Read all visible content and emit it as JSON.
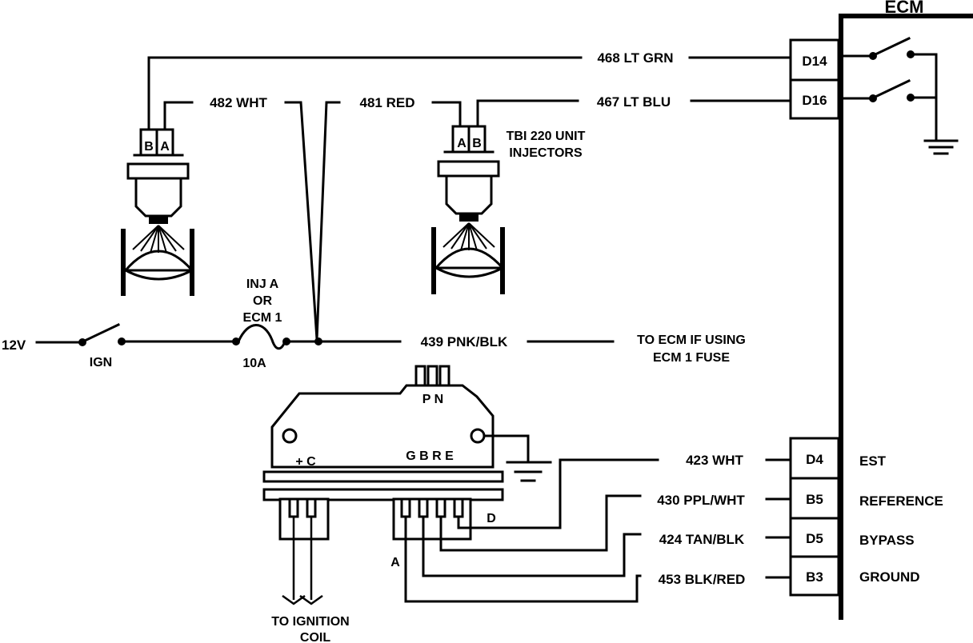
{
  "ecm": {
    "title": "ECM",
    "pins_top": [
      "D14",
      "D16"
    ],
    "pins_bottom": [
      "D4",
      "B5",
      "D5",
      "B3"
    ],
    "functions": [
      "EST",
      "REFERENCE",
      "BYPASS",
      "GROUND"
    ]
  },
  "wires": {
    "w468": "468  LT GRN",
    "w482": "482  WHT",
    "w481": "481  RED",
    "w467": "467  LT BLU",
    "w439": "439  PNK/BLK",
    "w423": "423 WHT",
    "w430": "430 PPL/WHT",
    "w424": "424 TAN/BLK",
    "w453": "453 BLK/RED"
  },
  "injectors": {
    "label_line1": "TBI 220 UNIT",
    "label_line2": "INJECTORS",
    "left_pins": [
      "B",
      "A"
    ],
    "right_pins": [
      "A",
      "B"
    ]
  },
  "power": {
    "source": "12V",
    "switch": "IGN",
    "fuse_line1": "INJ A",
    "fuse_line2": "OR",
    "fuse_line3": "ECM 1",
    "fuse_rating": "10A",
    "note_line1": "TO ECM IF USING",
    "note_line2": "ECM 1 FUSE"
  },
  "module": {
    "top_terminals": "P N",
    "plus_c": "+ C",
    "gbre": "G B R E",
    "d": "D",
    "a": "A"
  },
  "coil": {
    "line1": "TO IGNITION",
    "line2": "COIL"
  }
}
